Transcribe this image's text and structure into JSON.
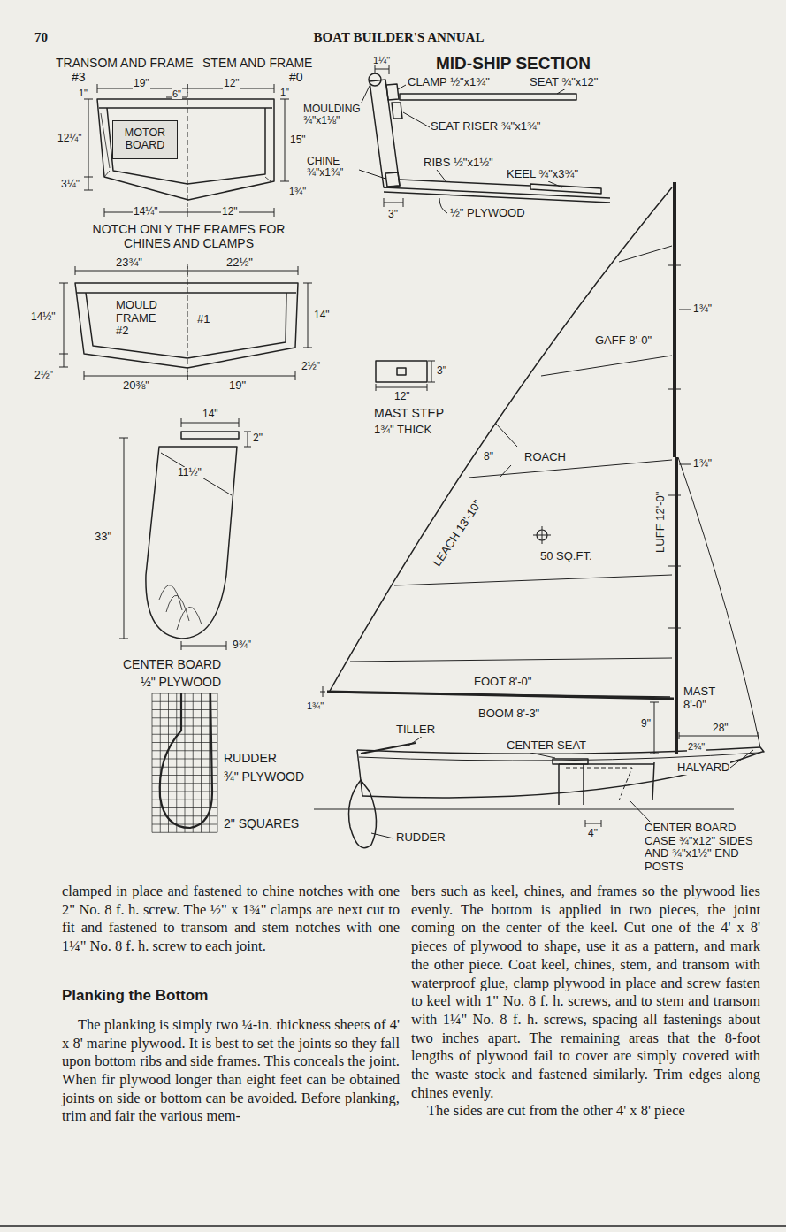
{
  "diagram": {
    "title": "BOAT BUILDER'S ANNUAL",
    "nodes": [
      {
        "text": [
          "MOTOR BOARD"
        ]
      }
    ],
    "labels": [
      "70",
      "TRANSOM AND FRAME",
      "#3",
      "STEM AND FRAME",
      "#0",
      "MID-SHIP SECTION",
      "19\"",
      "6\"",
      "12\"",
      "1\"",
      "1\"",
      "12¼\"",
      "15\"",
      "3¼\"",
      "14¼\"",
      "12\"",
      "1¾\"",
      "NOTCH ONLY THE FRAMES FOR CHINES AND CLAMPS",
      "1¼\"",
      "CLAMP ½\"x1¾\"",
      "SEAT ¾\"x12\"",
      "MOULDING ¾\"x1⅛\"",
      "SEAT RISER ¾\"x1¾\"",
      "CHINE ¾\"x1¾\"",
      "RIBS ½\"x1½\"",
      "KEEL ¾\"x3¾\"",
      "3\"",
      "½\" PLYWOOD",
      "23¾\"",
      "22½\"",
      "MOULD FRAME #2",
      "#1",
      "14½\"",
      "14\"",
      "2½\"",
      "20⅜\"",
      "19\"",
      "2½\"",
      "3\"",
      "12\"",
      "MAST STEP",
      "1¾\" THICK",
      "14\"",
      "2\"",
      "33\"",
      "11½\"",
      "9¾\"",
      "CENTER BOARD",
      "½\" PLYWOOD",
      "RUDDER",
      "¾\" PLYWOOD",
      "2\" SQUARES",
      "1¾\"",
      "GAFF 8'-0\"",
      "1¾\"",
      "8\"",
      "ROACH",
      "LEACH 13'-10\"",
      "LUFF 12'-0\"",
      "50 SQ.FT.",
      "FOOT 8'-0\"",
      "1¾\"",
      "MAST 8'-0\"",
      "TILLER",
      "BOOM 8'-3\"",
      "9\"",
      "CENTER SEAT",
      "28\"",
      "2¾\"",
      "HALYARD",
      "RUDDER",
      "4\"",
      "CENTER BOARD CASE ¾\"x12\" SIDES AND ¾\"x1½\" END POSTS",
      "clamped in place and fastened to chine notches with one 2\" No. 8 f. h. screw. The ½\" x 1¾\" clamps are next cut to fit and fastened to transom and stem notches with one 1¼\" No. 8 f. h. screw to each joint.",
      "Planking the Bottom",
      "The planking is simply two ¼-in. thickness sheets of 4' x 8' marine plywood. It is best to set the joints so they fall upon bottom ribs and side frames. This conceals the joint. When fir plywood longer than eight feet can be obtained joints on side or bottom can be avoided. Before planking, trim and fair the various mem-",
      "bers such as keel, chines, and frames so the plywood lies evenly. The bottom is applied in two pieces, the joint coming on the center of the keel. Cut one of the 4' x 8' pieces of plywood to shape, use it as a pattern, and mark the other piece. Coat keel, chines, stem, and transom with waterproof glue, clamp plywood in place and screw fasten to keel with 1\" No. 8 f. h. screws, and to stem and transom with 1¼\" No. 8 f. h. screws, spacing all fastenings about two inches apart. The remaining areas that the 8-foot lengths of plywood fail to cover are simply covered with the waste stock and fastened similarly. Trim edges along chines evenly.",
      "The sides are cut from the other 4' x 8' piece"
    ]
  }
}
